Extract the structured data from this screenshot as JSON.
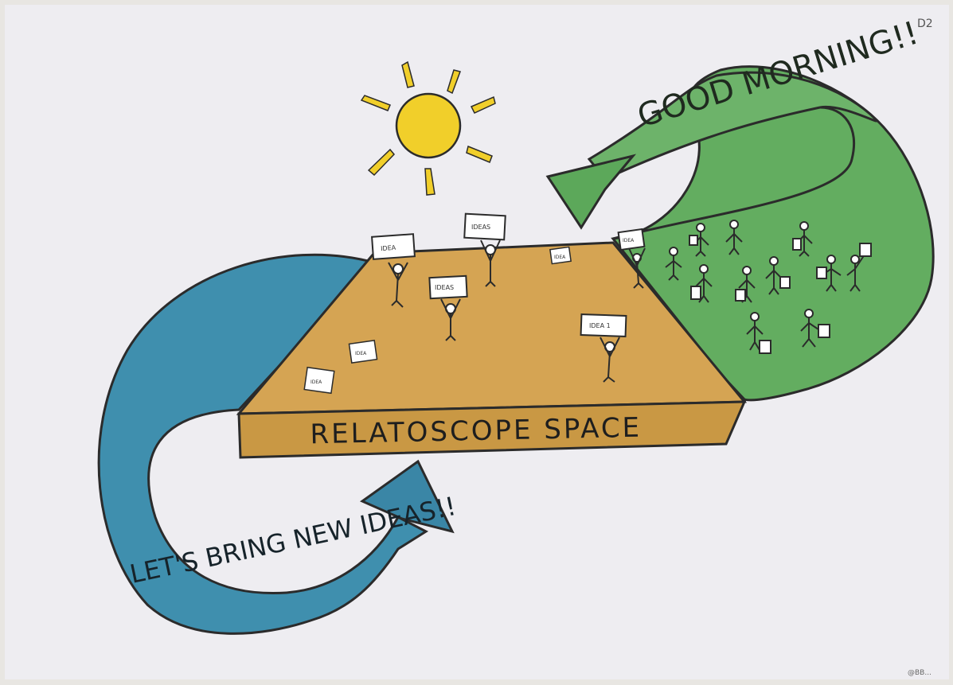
{
  "corner_code": "D2",
  "signature": "@BB...",
  "colors": {
    "paper": "#eeedf1",
    "blue_arrow": "#3f8fae",
    "green_arrow": "#63ad60",
    "platform": "#d5a453",
    "sun": "#f1cf2a"
  },
  "diagram": {
    "top_arrow_text": "GOOD MORNING!!",
    "bottom_arrow_text": "LET'S BRING NEW IDEAS!!",
    "platform_label": "RELATOSCOPE SPACE",
    "signs": [
      "IDEA",
      "IDEAS",
      "IDEAS",
      "IDEA",
      "IDEA",
      "IDEA",
      "IDEA",
      "IDEA 1"
    ]
  }
}
